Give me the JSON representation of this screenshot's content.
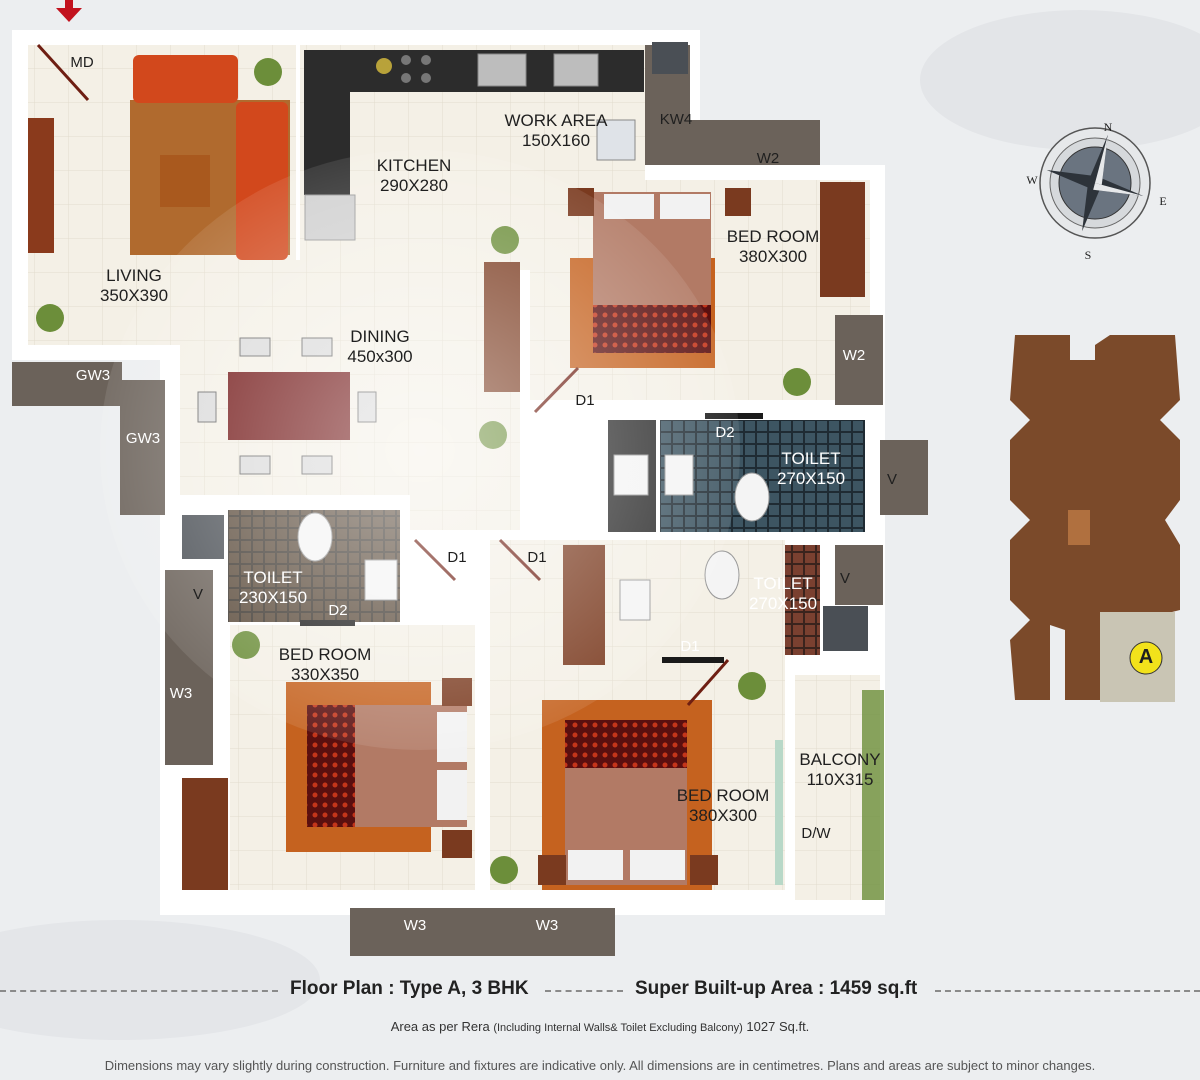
{
  "rooms": {
    "living": {
      "name": "LIVING",
      "dim": "350X390"
    },
    "kitchen": {
      "name": "KITCHEN",
      "dim": "290X280"
    },
    "work_area": {
      "name": "WORK AREA",
      "dim": "150X160"
    },
    "dining": {
      "name": "DINING",
      "dim": "450x300"
    },
    "bed1": {
      "name": "BED ROOM",
      "dim": "380X300"
    },
    "toilet1": {
      "name": "TOILET",
      "dim": "270X150"
    },
    "toilet2": {
      "name": "TOILET",
      "dim": "230X150"
    },
    "toilet3": {
      "name": "TOILET",
      "dim": "270X150"
    },
    "bed2": {
      "name": "BED ROOM",
      "dim": "330X350"
    },
    "bed3": {
      "name": "BED ROOM",
      "dim": "380X300"
    },
    "balcony": {
      "name": "BALCONY",
      "dim": "110X315"
    }
  },
  "marks": {
    "md": "MD",
    "kw4": "KW4",
    "w2_top": "W2",
    "w2_side": "W2",
    "gw3_a": "GW3",
    "gw3_b": "GW3",
    "d1_bed1": "D1",
    "d2_toilet1": "D2",
    "v_toilet1": "V",
    "d1_a": "D1",
    "d1_b": "D1",
    "d2_toilet2": "D2",
    "v_left": "V",
    "w3_left": "W3",
    "v_right": "V",
    "d1_toilet3": "D1",
    "dw": "D/W",
    "w3_bottom1": "W3",
    "w3_bottom2": "W3"
  },
  "compass": {
    "n": "N",
    "e": "E",
    "s": "S",
    "w": "W"
  },
  "key_plan": {
    "label": "A"
  },
  "footer": {
    "plan_label": "Floor Plan",
    "plan_value": ": Type A, 3 BHK",
    "area_label": "Super Built-up Area",
    "area_value": ": 1459 sq.ft",
    "rera_a": "Area as per Rera",
    "rera_b": "(Including Internal Walls& Toilet Excluding Balcony)",
    "rera_c": "1027 Sq.ft.",
    "disclaimer": "Dimensions may vary slightly during construction. Furniture and fixtures are indicative only. All dimensions are in centimetres. Plans and areas are subject to minor changes."
  },
  "colors": {
    "floor": "#f3efe4",
    "wall": "#ffffff",
    "window_band": "#6b625a",
    "wood": "#7a3a1f",
    "key_plan": "#7b4a2a",
    "key_unit": "#c9c5b4",
    "marker": "#f2e21b",
    "entry_arrow": "#c2121e"
  }
}
